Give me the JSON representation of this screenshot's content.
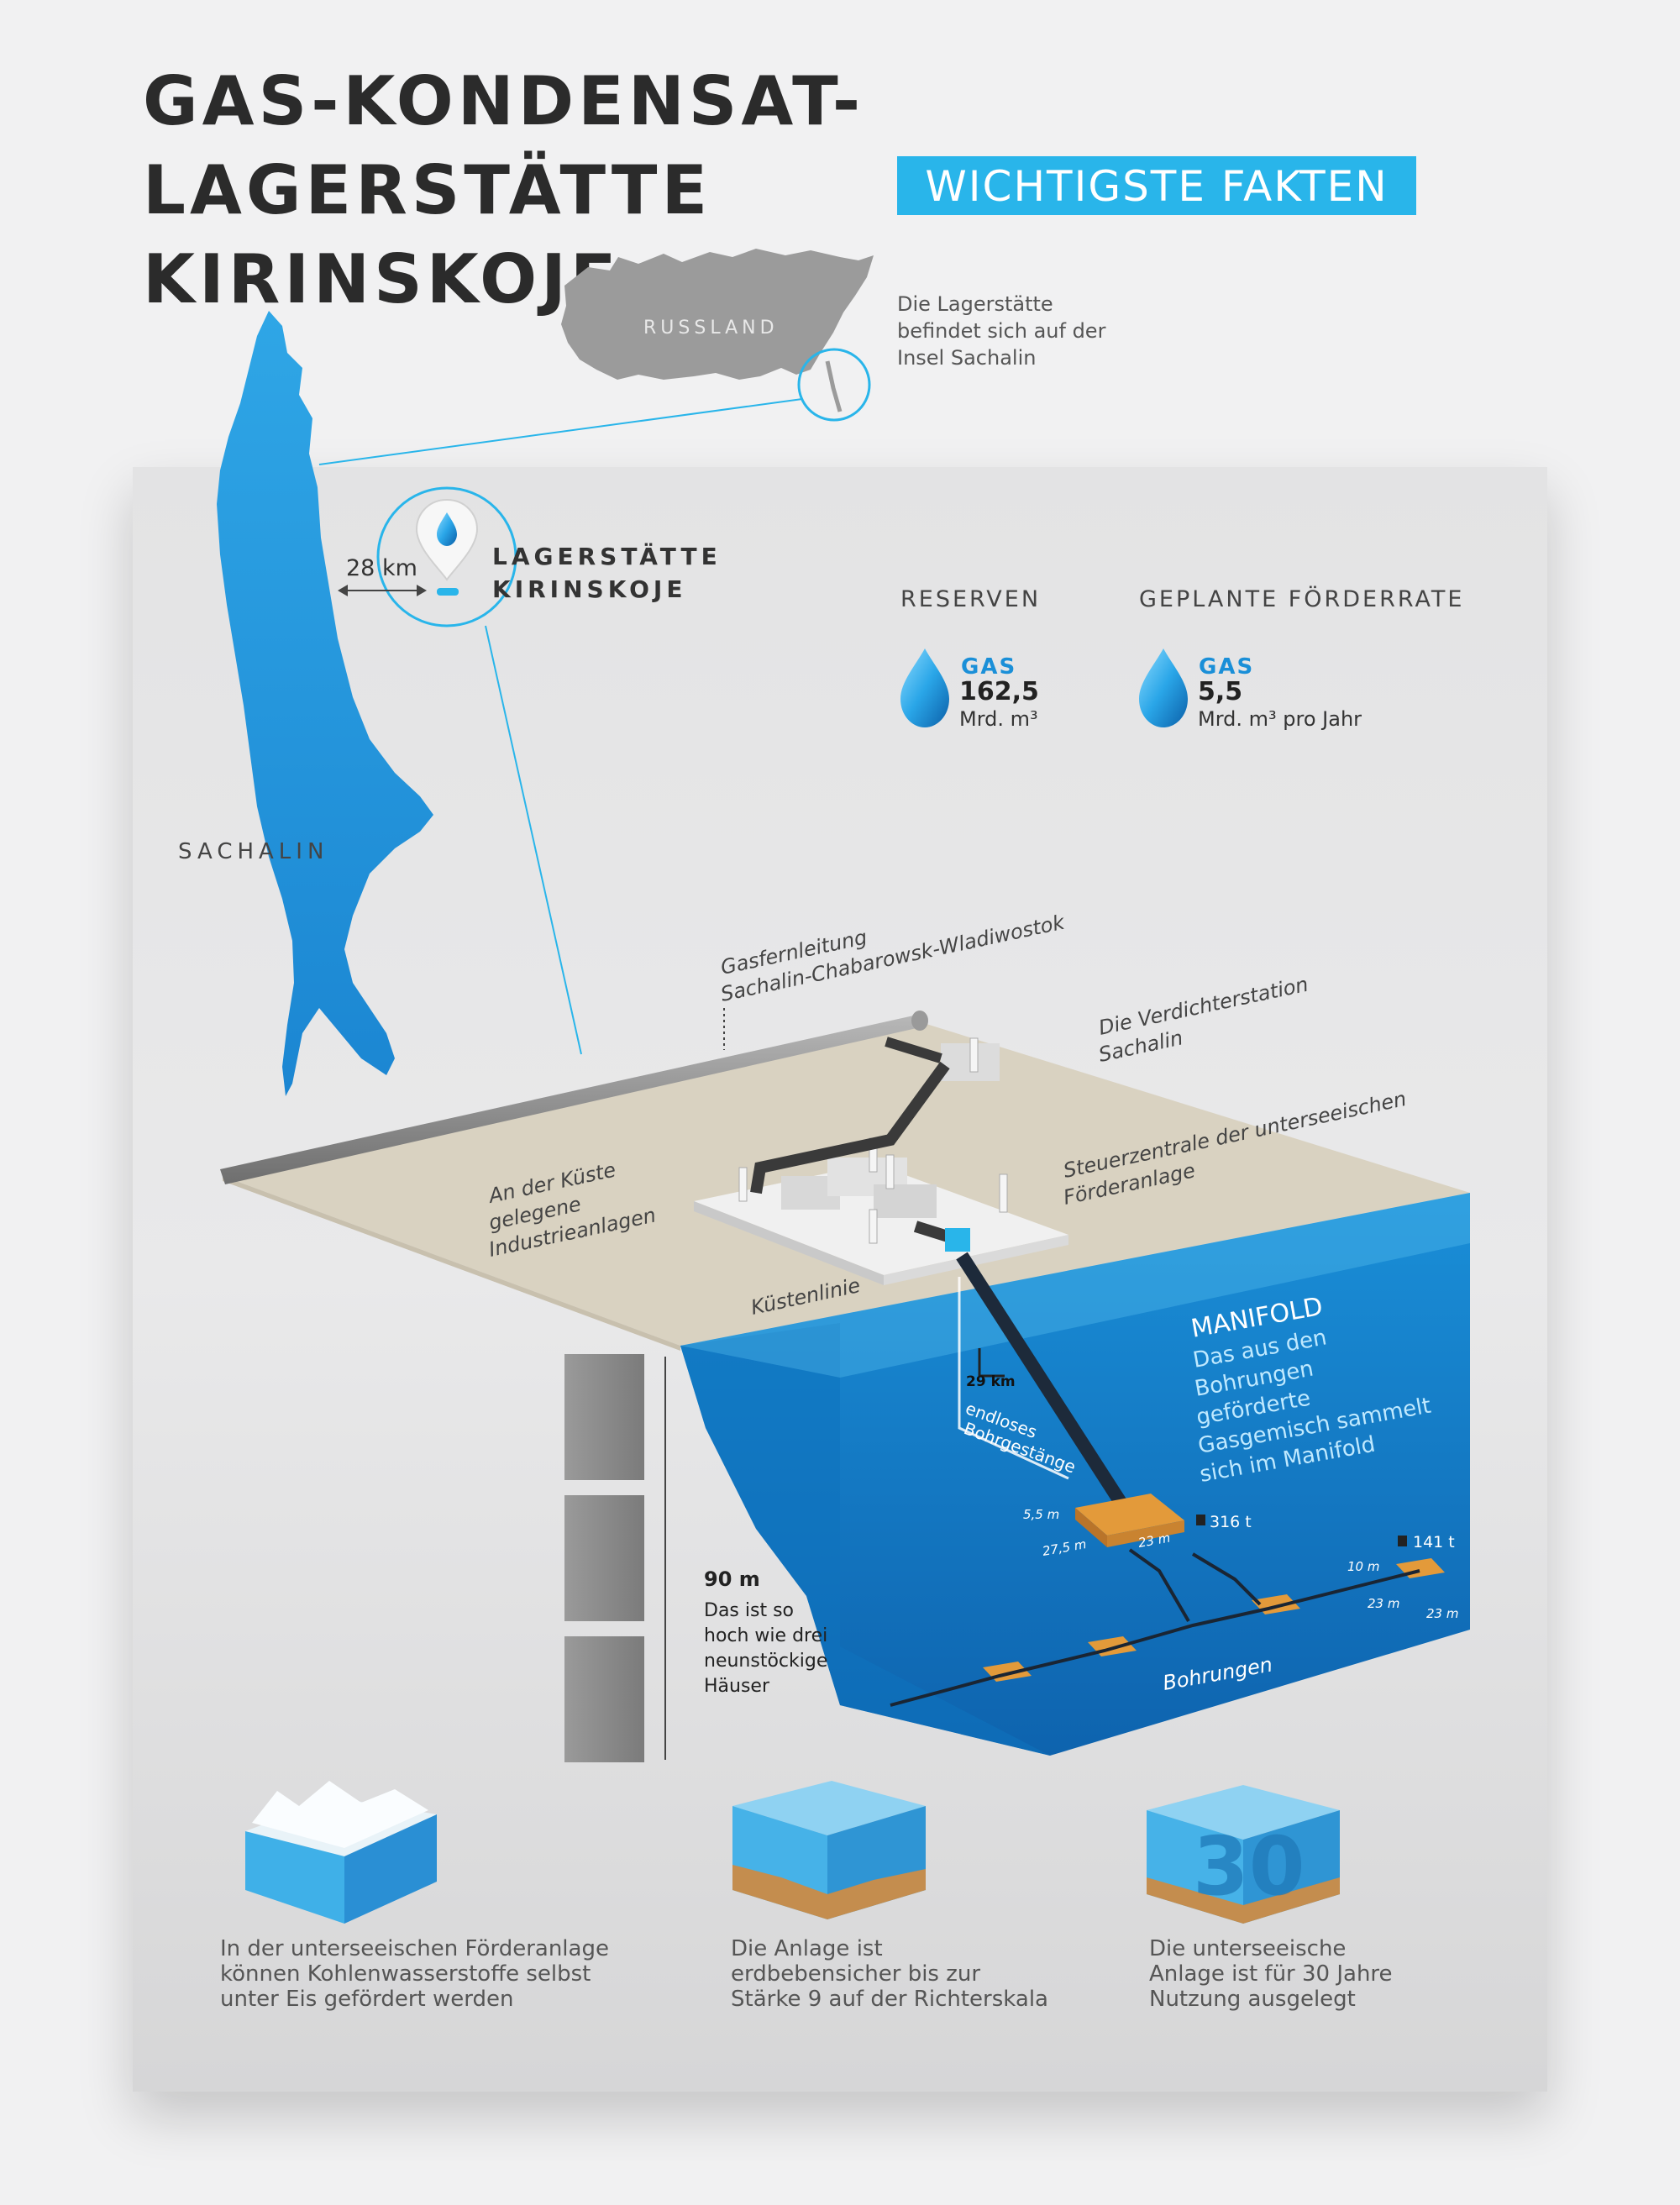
{
  "header": {
    "title_line1": "GAS-KONDENSAT-LAGERSTÄTTE",
    "title_line2": "KIRINSKOJE",
    "badge": "WICHTIGSTE FAKTEN"
  },
  "russia": {
    "label": "RUSSLAND",
    "note_line1": "Die Lagerstätte",
    "note_line2": "befindet sich auf der",
    "note_line3": "Insel Sachalin"
  },
  "island": {
    "label": "SACHALIN",
    "distance": "28 km"
  },
  "deposit": {
    "name_line1": "LAGERSTÄTTE",
    "name_line2": "KIRINSKOJE"
  },
  "stats": {
    "reserves": {
      "heading": "RESERVEN",
      "kind": "GAS",
      "value": "162,5",
      "unit": "Mrd. m³"
    },
    "production": {
      "heading": "GEPLANTE FÖRDERRATE",
      "kind": "GAS",
      "value": "5,5",
      "unit": "Mrd. m³ pro Jahr"
    }
  },
  "diagram": {
    "pipeline_line1": "Gasfernleitung",
    "pipeline_line2": "Sachalin-Chabarowsk-Wladiwostok",
    "compressor_line1": "Die Verdichterstation",
    "compressor_line2": "Sachalin",
    "control_line1": "Steuerzentrale der unterseeischen",
    "control_line2": "Förderanlage",
    "coast_line1": "An der Küste",
    "coast_line2": "gelegene",
    "coast_line3": "Industrieanlagen",
    "coastline": "Küstenlinie",
    "pipe_length": "29 km",
    "pipe_line1": "endloses",
    "pipe_line2": "Bohrgestänge",
    "manifold_title": "MANIFOLD",
    "manifold_line1": "Das aus den",
    "manifold_line2": "Bohrungen",
    "manifold_line3": "geförderte",
    "manifold_line4": "Gasgemisch sammelt",
    "manifold_line5": "sich im Manifold",
    "manifold_height": "5,5 m",
    "manifold_length": "27,5 m",
    "manifold_width": "23 m",
    "manifold_weight": "316 t",
    "well_height": "10 m",
    "well_length": "23 m",
    "well_width": "23 m",
    "well_weight": "141 t",
    "wells_label": "Bohrungen",
    "depth_value": "90 m",
    "depth_line1": "Das ist so",
    "depth_line2": "hoch wie drei",
    "depth_line3": "neunstöckige",
    "depth_line4": "Häuser"
  },
  "facts": [
    {
      "line1": "In der unterseeischen Förderanlage",
      "line2": "können Kohlenwasserstoffe selbst",
      "line3": "unter Eis gefördert werden"
    },
    {
      "line1": "Die Anlage ist",
      "line2": "erdbebensicher bis zur",
      "line3": "Stärke 9 auf der Richterskala"
    },
    {
      "line1": "Die unterseeische",
      "line2": "Anlage ist für 30 Jahre",
      "line3": "Nutzung ausgelegt"
    }
  ],
  "fact3_number": "30",
  "colors": {
    "accent": "#29b5ea",
    "water": "#1a8fd8",
    "deep_water": "#0d5fa8",
    "sand": "#d9d2c1",
    "platform": "#e39a3a"
  }
}
